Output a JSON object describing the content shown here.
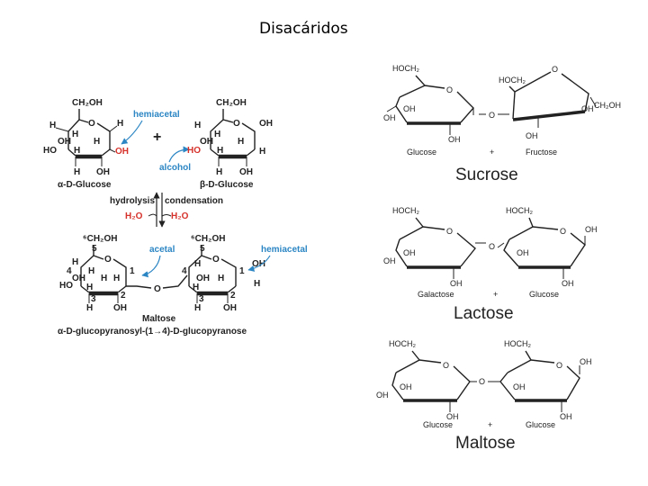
{
  "title": "Disacáridos",
  "left_panel": {
    "alpha_glucose": "α-D-Glucose",
    "beta_glucose": "β-D-Glucose",
    "plus": "+",
    "hemiacetal_top": "hemiacetal",
    "alcohol": "alcohol",
    "hydrolysis": "hydrolysis",
    "condensation": "condensation",
    "h2o_left": "H₂O",
    "h2o_right": "H₂O",
    "acetal": "acetal",
    "hemiacetal_bottom": "hemiacetal",
    "maltose": "Maltose",
    "systematic_name": "α-D-glucopyranosyl-(1→4)-D-glucopyranose",
    "atoms": {
      "ch2oh": "CH₂OH",
      "ch2oh_6": "⁶CH₂OH",
      "h": "H",
      "oh": "OH",
      "ho": "HO",
      "o": "O",
      "n1": "1",
      "n2": "2",
      "n3": "3",
      "n4": "4",
      "n5": "5"
    }
  },
  "right_panel": {
    "sucrose": {
      "name": "Sucrose",
      "hoch2_a": "HOCH₂",
      "hoch2_b": "HOCH₂",
      "ch2oh": "CH₂OH",
      "sub_left": "Glucose",
      "sub_plus": "+",
      "sub_right": "Fructose"
    },
    "lactose": {
      "name": "Lactose",
      "hoch2_a": "HOCH₂",
      "hoch2_b": "HOCH₂",
      "sub_left": "Galactose",
      "sub_plus": "+",
      "sub_right": "Glucose"
    },
    "maltose": {
      "name": "Maltose",
      "hoch2_a": "HOCH₂",
      "hoch2_b": "HOCH₂",
      "sub_left": "Glucose",
      "sub_plus": "+",
      "sub_right": "Glucose"
    },
    "atoms": {
      "o": "O",
      "oh": "OH"
    }
  },
  "colors": {
    "red": "#d6322b",
    "blue": "#2c86c4",
    "ink": "#222222"
  }
}
